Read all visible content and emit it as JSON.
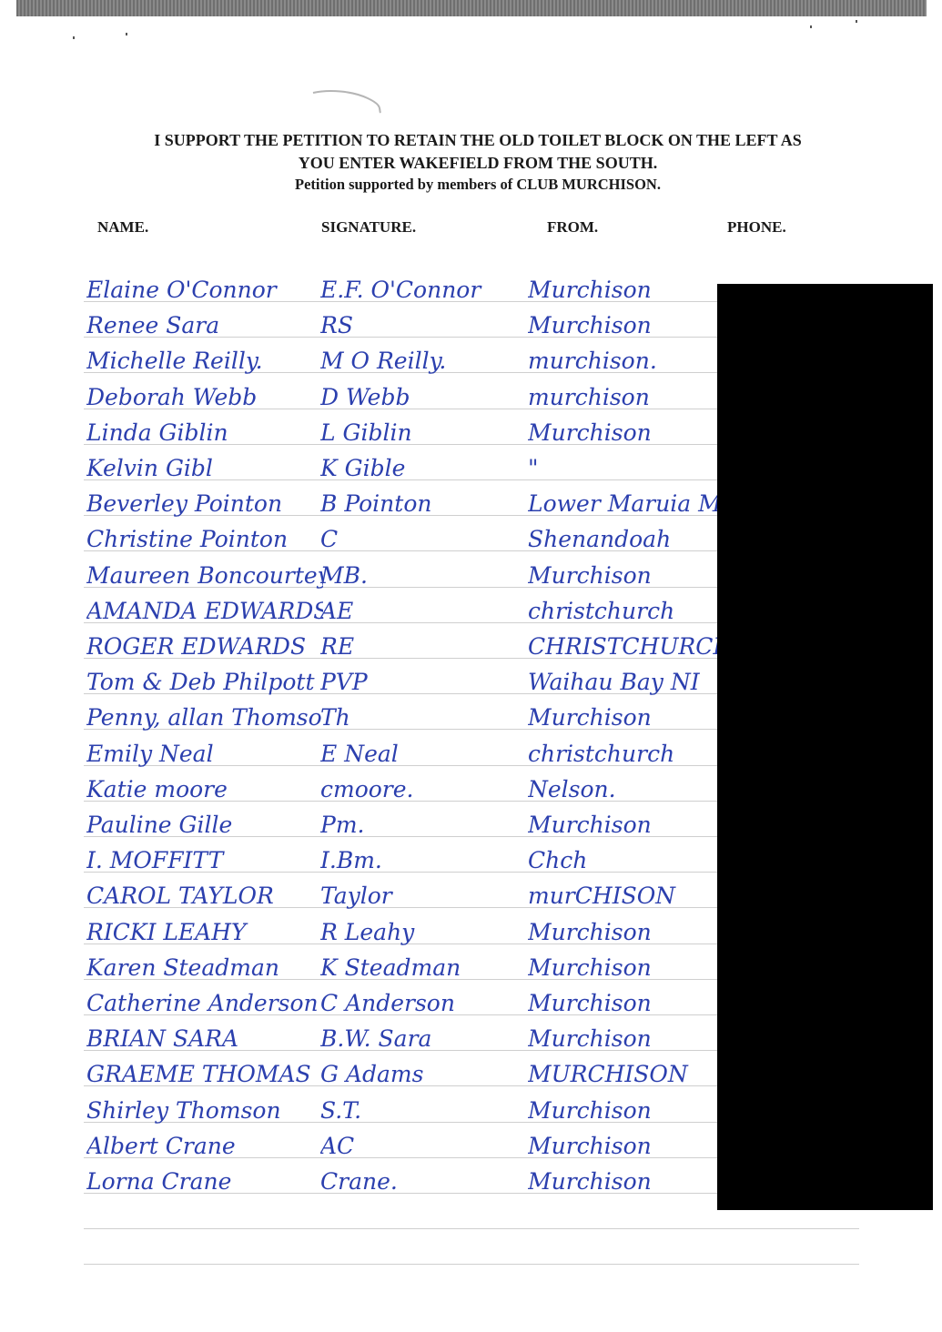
{
  "heading": {
    "line1": "I SUPPORT THE PETITION TO RETAIN THE OLD TOILET BLOCK ON THE LEFT AS",
    "line2": "YOU ENTER WAKEFIELD FROM THE SOUTH.",
    "line3": "Petition supported by members of CLUB MURCHISON."
  },
  "columns": {
    "name": "NAME.",
    "signature": "SIGNATURE.",
    "from": "FROM.",
    "phone": "PHONE."
  },
  "rows": [
    {
      "name": "Elaine O'Connor",
      "signature": "E.F. O'Connor",
      "from": "Murchison"
    },
    {
      "name": "Renee Sara",
      "signature": "RS",
      "from": "Murchison"
    },
    {
      "name": "Michelle Reilly.",
      "signature": "M O Reilly.",
      "from": "murchison."
    },
    {
      "name": "Deborah Webb",
      "signature": "D Webb",
      "from": "murchison"
    },
    {
      "name": "Linda Giblin",
      "signature": "L Giblin",
      "from": "Murchison"
    },
    {
      "name": "Kelvin Gibl",
      "signature": "K Gible",
      "from": "\""
    },
    {
      "name": "Beverley Pointon",
      "signature": "B Pointon",
      "from": "Lower Maruia Ma"
    },
    {
      "name": "Christine Pointon",
      "signature": "C",
      "from": "Shenandoah"
    },
    {
      "name": "Maureen Boncourtey.",
      "signature": "MB.",
      "from": "Murchison"
    },
    {
      "name": "AMANDA EDWARDS",
      "signature": "AE",
      "from": "christchurch"
    },
    {
      "name": "ROGER EDWARDS",
      "signature": "RE",
      "from": "CHRISTCHURCH"
    },
    {
      "name": "Tom & Deb Philpott",
      "signature": "PVP",
      "from": "Waihau Bay NI"
    },
    {
      "name": "Penny, allan Thomson",
      "signature": "Th",
      "from": "Murchison"
    },
    {
      "name": "Emily Neal",
      "signature": "E Neal",
      "from": "christchurch"
    },
    {
      "name": "Katie moore",
      "signature": "cmoore.",
      "from": "Nelson."
    },
    {
      "name": "Pauline Gille",
      "signature": "Pm.",
      "from": "Murchison"
    },
    {
      "name": "I. MOFFITT",
      "signature": "I.Bm.",
      "from": "Chch"
    },
    {
      "name": "CAROL TAYLOR",
      "signature": "Taylor",
      "from": "murCHISON"
    },
    {
      "name": "RICKI LEAHY",
      "signature": "R Leahy",
      "from": "Murchison"
    },
    {
      "name": "Karen Steadman",
      "signature": "K Steadman",
      "from": "Murchison"
    },
    {
      "name": "Catherine Anderson",
      "signature": "C Anderson",
      "from": "Murchison"
    },
    {
      "name": "BRIAN SARA",
      "signature": "B.W. Sara",
      "from": "Murchison"
    },
    {
      "name": "GRAEME THOMAS",
      "signature": "G Adams",
      "from": "MURCHISON"
    },
    {
      "name": "Shirley Thomson",
      "signature": "S.T.",
      "from": "Murchison"
    },
    {
      "name": "Albert Crane",
      "signature": "AC",
      "from": "Murchison"
    },
    {
      "name": "Lorna Crane",
      "signature": "Crane.",
      "from": "Murchison"
    }
  ]
}
